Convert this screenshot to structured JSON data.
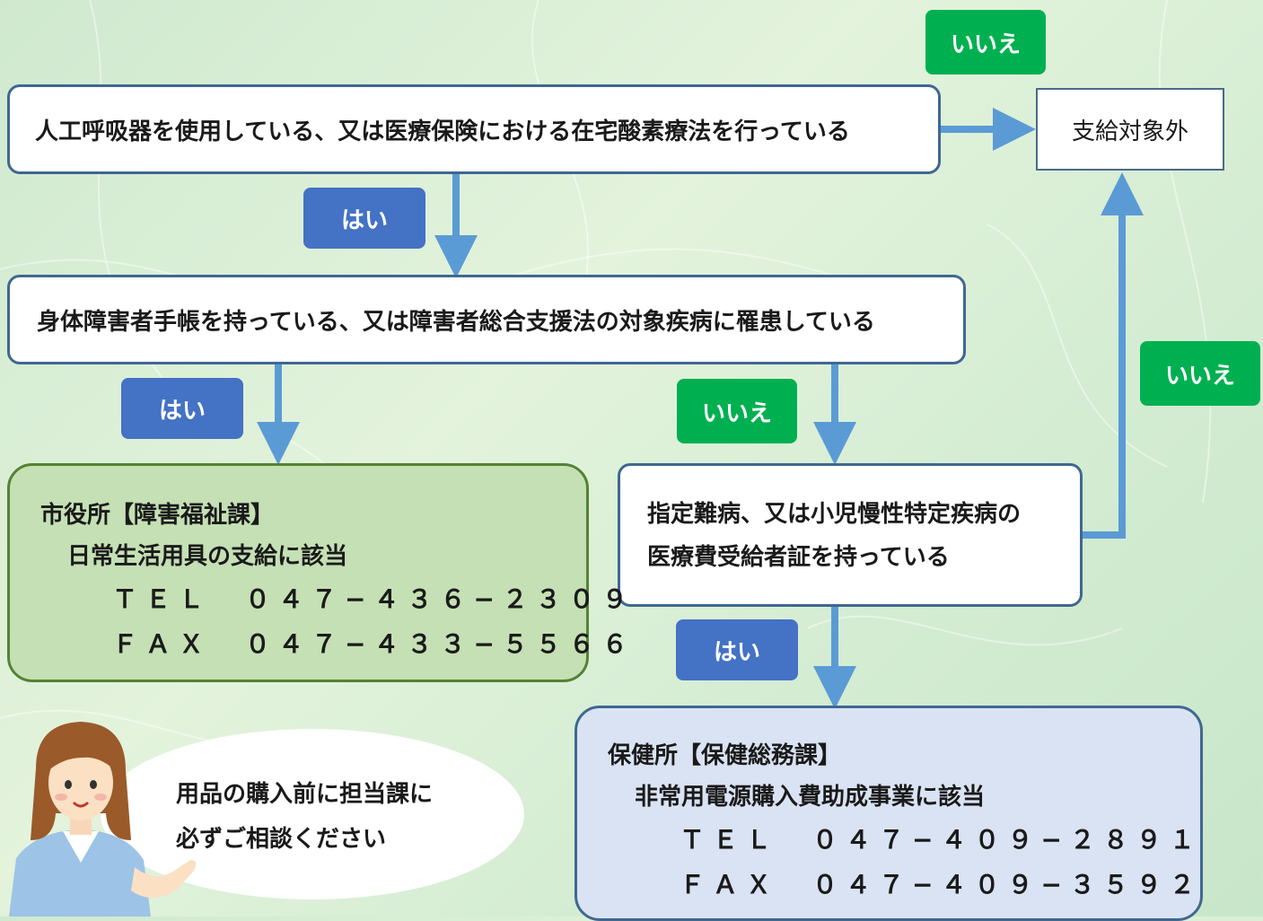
{
  "questions": {
    "q1": "人工呼吸器を使用している、又は医療保険における在宅酸素療法を行っている",
    "q2": "身体障害者手帳を持っている、又は障害者総合支援法の対象疾病に罹患している",
    "q3_line1": "指定難病、又は小児慢性特定疾病の",
    "q3_line2": "医療費受給者証を持っている"
  },
  "no_target": "支給対象外",
  "labels": {
    "yes": "はい",
    "no": "いいえ"
  },
  "results": {
    "city": {
      "office": "市役所【障害福祉課】",
      "program": "日常生活用具の支給に該当",
      "tel": "ＴＥＬ　０４７−４３６−２３０９",
      "fax": "ＦＡＸ　０４７−４３３−５５６６"
    },
    "health_center": {
      "office": "保健所【保健総務課】",
      "program": "非常用電源購入費助成事業に該当",
      "tel": "ＴＥＬ　０４７−４０９−２８９１",
      "fax": "ＦＡＸ　０４７−４０９−３５９２"
    }
  },
  "speech": {
    "line1": "用品の購入前に担当課に",
    "line2": "必ずご相談ください"
  },
  "colors": {
    "yes_tag": "#4472c4",
    "no_tag": "#00b050",
    "arrow": "#5b9bd5",
    "city_fill": "#c5e0b4",
    "health_fill": "#dae3f3"
  }
}
